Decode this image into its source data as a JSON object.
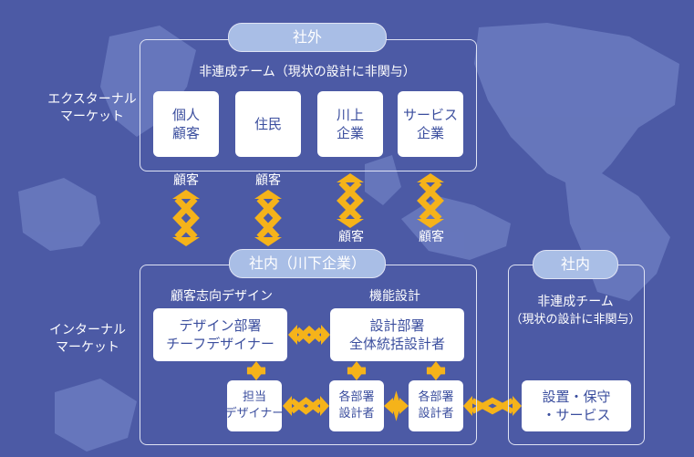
{
  "external": {
    "pill": "社外",
    "heading": "非連成チーム（現状の設計に非関与）",
    "boxes": [
      {
        "line1": "個人",
        "line2": "顧客"
      },
      {
        "line1": "住民",
        "line2": ""
      },
      {
        "line1": "川上",
        "line2": "企業"
      },
      {
        "line1": "サービス",
        "line2": "企業"
      }
    ]
  },
  "market_labels": {
    "external": {
      "line1": "エクスターナル",
      "line2": "マーケット"
    },
    "internal": {
      "line1": "インターナル",
      "line2": "マーケット"
    }
  },
  "customer_labels": [
    "顧客",
    "顧客",
    "顧客",
    "顧客"
  ],
  "internal": {
    "pill": "社内（川下企業）",
    "heading_left": "顧客志向デザイン",
    "heading_right": "機能設計",
    "design_box": {
      "line1": "デザイン部署",
      "line2": "チーフデザイナー"
    },
    "design_dept_box": {
      "line1": "設計部署",
      "line2": "全体統括設計者"
    },
    "small_boxes": [
      {
        "line1": "担当",
        "line2": "デザイナー"
      },
      {
        "line1": "各部署",
        "line2": "設計者"
      },
      {
        "line1": "各部署",
        "line2": "設計者"
      }
    ]
  },
  "inhouse": {
    "pill": "社内",
    "heading_line1": "非連成チーム",
    "heading_line2": "（現状の設計に非関与）",
    "box": {
      "line1": "設置・保守",
      "line2": "・サービス"
    }
  },
  "colors": {
    "background": "#4c5aa5",
    "map": "#6b7bc0",
    "arrow": "#f5b31a",
    "pill": "#a9bee6",
    "box_text": "#3b4e9e"
  }
}
